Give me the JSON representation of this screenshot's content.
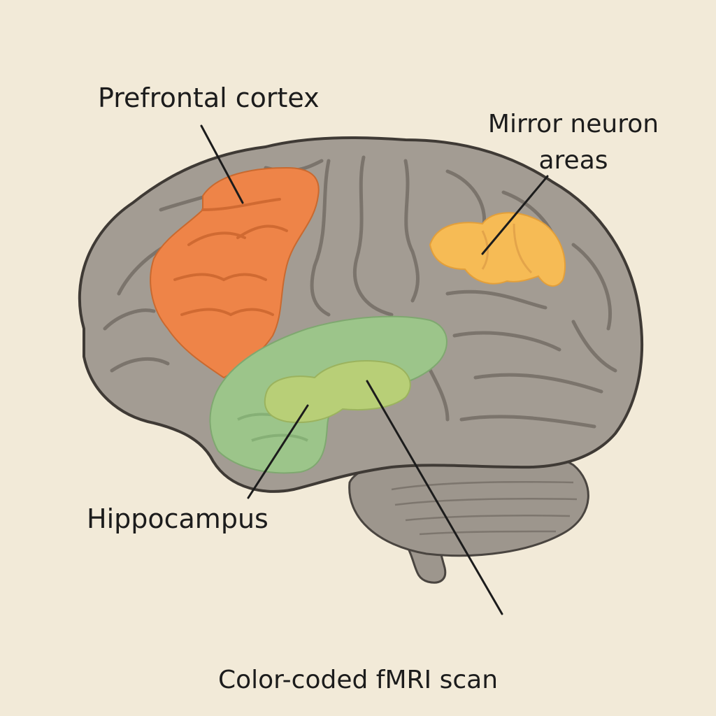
{
  "labels": {
    "prefrontal_cortex": "Prefrontal cortex",
    "mirror_neuron_line1": "Mirror neuron",
    "mirror_neuron_line2": "areas",
    "hippocampus": "Hippocampus"
  },
  "caption": "Color-coded fMRI scan",
  "colors": {
    "background": "#f2ead8",
    "brain": "#a39c93",
    "prefrontal_region": "#ee8448",
    "mirror_neuron_region": "#f6bb55",
    "hippocampus_region": "#9cc58a",
    "hippocampus_core": "#b8cf77",
    "leader_lines": "#1c1c1c"
  },
  "icons": {
    "brain": "brain-illustration"
  }
}
